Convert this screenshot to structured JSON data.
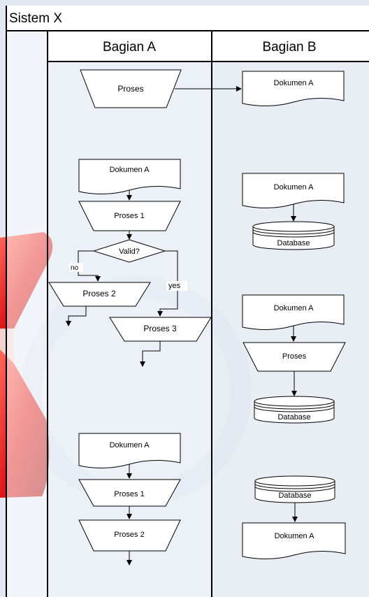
{
  "title": "Sistem X",
  "lanes": [
    {
      "name": "Bagian A"
    },
    {
      "name": "Bagian B"
    }
  ],
  "lane_a": {
    "top_process": "Proses",
    "doc1": "Dokumen A",
    "proc1": "Proses 1",
    "decision": "Valid?",
    "no_label": "no",
    "yes_label": "yes",
    "proc2": "Proses 2",
    "proc3": "Proses 3",
    "doc2": "Dokumen A",
    "proc4": "Proses 1",
    "proc5": "Proses 2"
  },
  "lane_b": {
    "doc1": "Dokumen A",
    "doc2": "Dokumen A",
    "db1": "Database",
    "doc3": "Dokumen A",
    "proc": "Proses",
    "db2": "Database",
    "db3": "Database",
    "doc4": "Dokumen A"
  },
  "colors": {
    "background": "#e6ebf3",
    "lane_fill": "#f2f5fa",
    "shape_fill": "#ffffff",
    "stroke": "#000000",
    "red_shape": "#e02020"
  }
}
